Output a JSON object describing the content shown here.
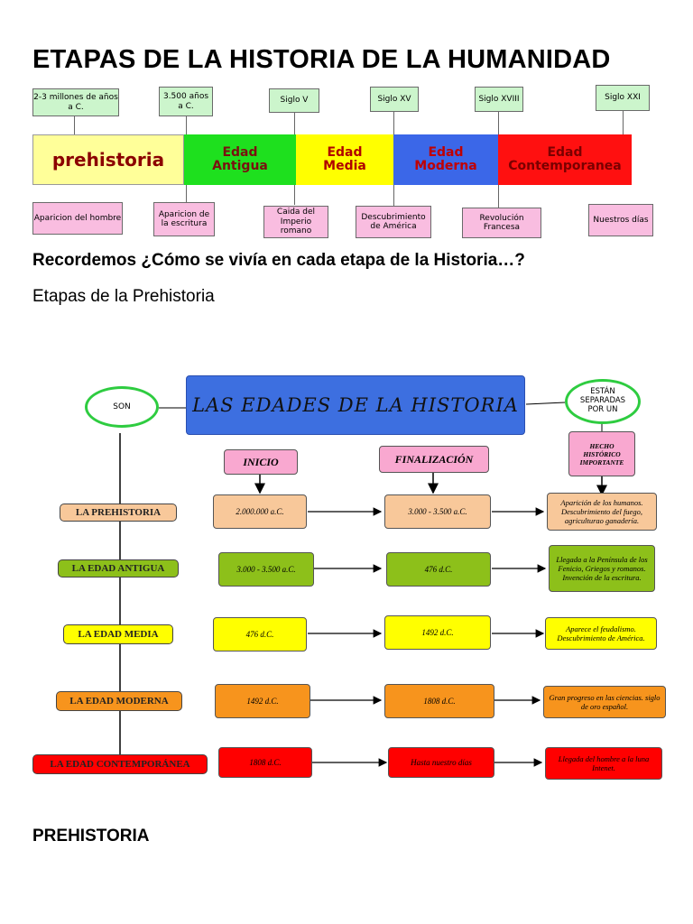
{
  "title": "ETAPAS DE LA HISTORIA DE LA HUMANIDAD",
  "timeline": {
    "top_notes": [
      "2-3 millones de años a C.",
      "3.500 años a C.",
      "Siglo V",
      "Siglo XV",
      "Siglo XVIII",
      "Siglo XXI"
    ],
    "bars": [
      "prehistoria",
      "Edad\nAntigua",
      "Edad\nMedia",
      "Edad\nModerna",
      "Edad\nContemporanea"
    ],
    "bottom_notes": [
      "Aparicion del hombre",
      "Aparicion de la escritura",
      "Caida del Imperio romano",
      "Descubrimiento de América",
      "Revolución Francesa",
      "Nuestros días"
    ]
  },
  "question": "Recordemos ¿Cómo se vivía en cada etapa de la Historia…?",
  "subtitle": "Etapas de la Prehistoria",
  "diagram": {
    "title": "LAS EDADES DE LA HISTORIA",
    "son": "SON",
    "separadas": "ESTÁN SEPARADAS POR UN",
    "hecho": "HECHO HISTÓRICO IMPORTANTE",
    "inicio": "INICIO",
    "finalizacion": "FINALIZACIÓN",
    "rows": [
      {
        "era": "LA PREHISTORIA",
        "inicio": "2.000.000  a.C.",
        "fin": "3.000 - 3.500  a.C.",
        "hecho": "Aparición de los humanos. Descubrimiento del fuego, agriculturao ganadería."
      },
      {
        "era": "LA EDAD ANTIGUA",
        "inicio": "3.000 - 3.500  a.C.",
        "fin": "476 d.C.",
        "hecho": "Llegada a la Península de los Fenicio, Griegos y romanos. Invención de la escritura."
      },
      {
        "era": "LA EDAD MEDIA",
        "inicio": "476 d.C.",
        "fin": "1492 d.C.",
        "hecho": "Aparece el feudalismo. Descubrimiento de América."
      },
      {
        "era": "LA EDAD MODERNA",
        "inicio": "1492 d.C.",
        "fin": "1808 d.C.",
        "hecho": "Gran progreso en las ciencias. siglo de oro español."
      },
      {
        "era": "LA EDAD CONTEMPORÁNEA",
        "inicio": "1808 d.C.",
        "fin": "Hasta nuestro días",
        "hecho": "Llegada del hombre a la luna Intenet."
      }
    ],
    "colors": {
      "prehistoria": "#f8c89a",
      "antigua": "#8dc01a",
      "media": "#ffff00",
      "moderna": "#f7941d",
      "contemporanea": "#ff0000",
      "title_bg": "#3d6fe0",
      "label_pink": "#f9a8d0",
      "circle": "#2ecc40"
    }
  },
  "section_heading": "PREHISTORIA"
}
